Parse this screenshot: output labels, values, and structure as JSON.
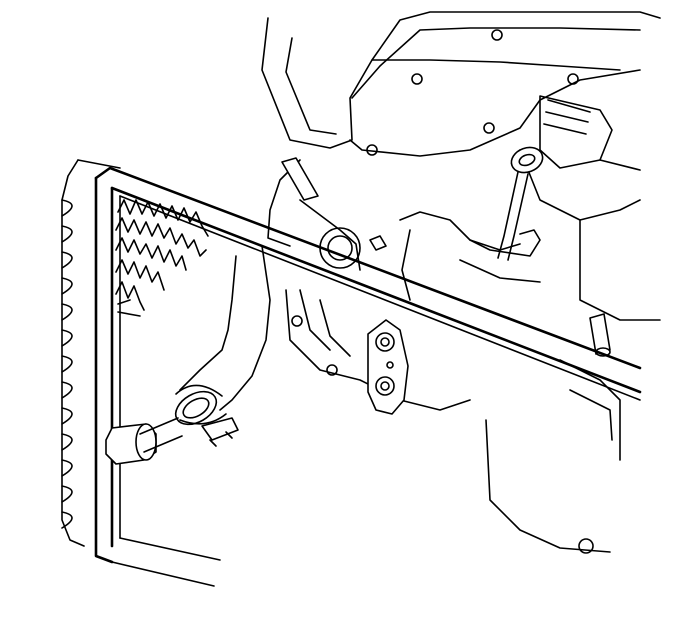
{
  "diagram": {
    "components": [
      {
        "id": "radiator",
        "icon": "radiator-icon"
      },
      {
        "id": "radiator-hose",
        "icon": "hose-icon"
      },
      {
        "id": "hose-clamp",
        "icon": "clamp-icon"
      },
      {
        "id": "radiator-outlet-cap",
        "icon": "plug-icon"
      },
      {
        "id": "engine-block",
        "icon": "engine-icon"
      },
      {
        "id": "water-pump",
        "icon": "pump-icon"
      },
      {
        "id": "oil-dipstick",
        "icon": "dipstick-icon"
      },
      {
        "id": "ac-compressor-fitting",
        "icon": "fitting-icon"
      }
    ],
    "colors": {
      "line": "#000000",
      "background": "#ffffff"
    }
  }
}
